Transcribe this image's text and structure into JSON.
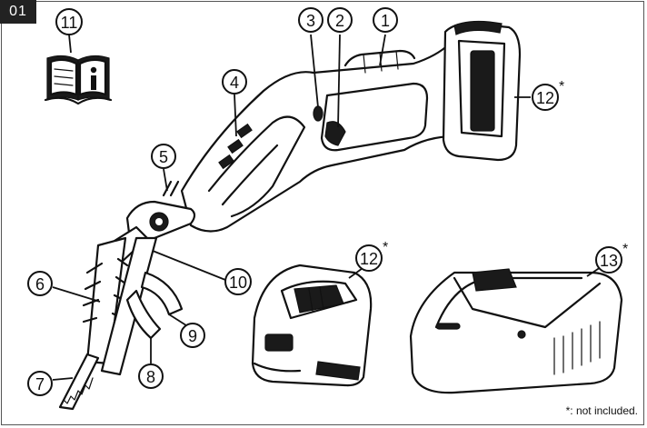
{
  "figure_tag": "01",
  "footnote": "*: not included.",
  "colors": {
    "line": "#111111",
    "tag_bg": "#222222",
    "paper": "#ffffff"
  },
  "icons": {
    "manual": "manual-info-icon"
  },
  "callouts": [
    {
      "id": "c1",
      "label": "1",
      "star": ""
    },
    {
      "id": "c2",
      "label": "2",
      "star": ""
    },
    {
      "id": "c3",
      "label": "3",
      "star": ""
    },
    {
      "id": "c4",
      "label": "4",
      "star": ""
    },
    {
      "id": "c5",
      "label": "5",
      "star": ""
    },
    {
      "id": "c6",
      "label": "6",
      "star": ""
    },
    {
      "id": "c7",
      "label": "7",
      "star": ""
    },
    {
      "id": "c8",
      "label": "8",
      "star": ""
    },
    {
      "id": "c9",
      "label": "9",
      "star": ""
    },
    {
      "id": "c10",
      "label": "10",
      "star": ""
    },
    {
      "id": "c11",
      "label": "11",
      "star": ""
    },
    {
      "id": "c12a",
      "label": "12",
      "star": "*"
    },
    {
      "id": "c12b",
      "label": "12",
      "star": "*"
    },
    {
      "id": "c13",
      "label": "13",
      "star": "*"
    }
  ]
}
